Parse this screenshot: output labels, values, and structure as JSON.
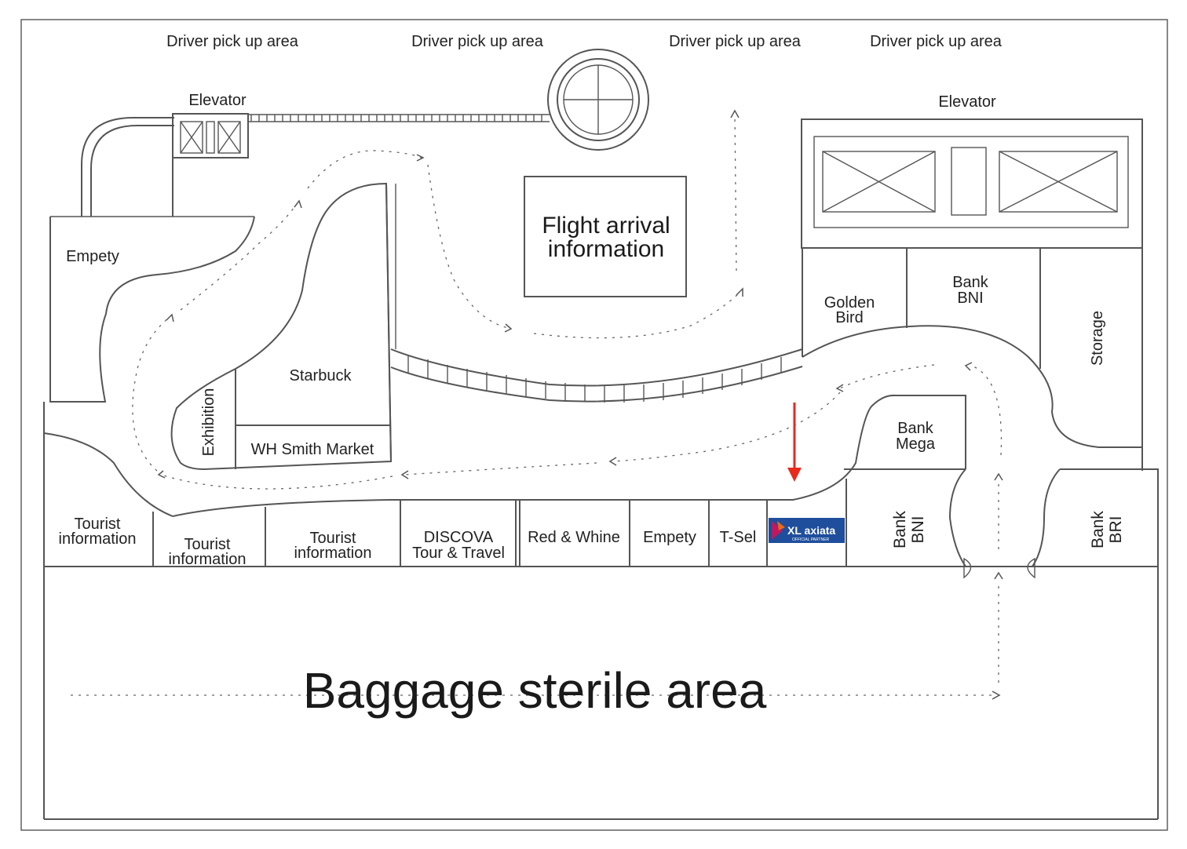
{
  "areas": {
    "driver_pickup": [
      "Driver pick up area",
      "Driver pick up area",
      "Driver pick up area",
      "Driver pick up area"
    ],
    "elevator_left": "Elevator",
    "elevator_right": "Elevator",
    "flight_info": [
      "Flight arrival",
      "information"
    ],
    "baggage": "Baggage sterile area"
  },
  "stores": {
    "empety_top": "Empety",
    "starbuck": "Starbuck",
    "exhibition": "Exhibition",
    "wh_smith": "WH Smith Market",
    "golden_bird": [
      "Golden",
      "Bird"
    ],
    "bank_bni_top": [
      "Bank",
      "BNI"
    ],
    "storage": "Storage",
    "bank_mega": [
      "Bank",
      "Mega"
    ],
    "tourist_1": [
      "Tourist",
      "information"
    ],
    "tourist_2": [
      "Tourist",
      "information"
    ],
    "tourist_3": [
      "Tourist",
      "information"
    ],
    "discova": [
      "DISCOVA",
      "Tour & Travel"
    ],
    "red_whine": "Red & Whine",
    "empety_bottom": "Empety",
    "tsel": "T-Sel",
    "xl_axiata": [
      "XL axiata",
      "OFFICIAL PARTNER"
    ],
    "bank_bni_bottom": [
      "Bank",
      "BNI"
    ],
    "bank_bri": [
      "Bank",
      "BRI"
    ]
  },
  "colors": {
    "marker": "#e8291c",
    "xl_blue": "#1f4e9c",
    "xl_magenta": "#c2185b"
  }
}
